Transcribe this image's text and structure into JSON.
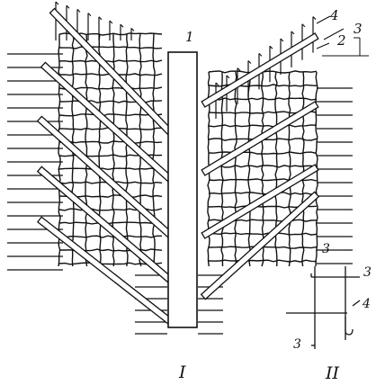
{
  "figure": {
    "labels": {
      "post": "1",
      "ribs_label": "2",
      "bars_label": "3",
      "hooks_label": "4"
    },
    "captions": {
      "main_view": "I",
      "detail_view": "II"
    },
    "detail": {
      "bar_top": "3",
      "bar_right": "3",
      "bar_bottom": "3",
      "hook": "4"
    }
  },
  "colors": {
    "ink": "#111111",
    "paper": "#ffffff"
  }
}
